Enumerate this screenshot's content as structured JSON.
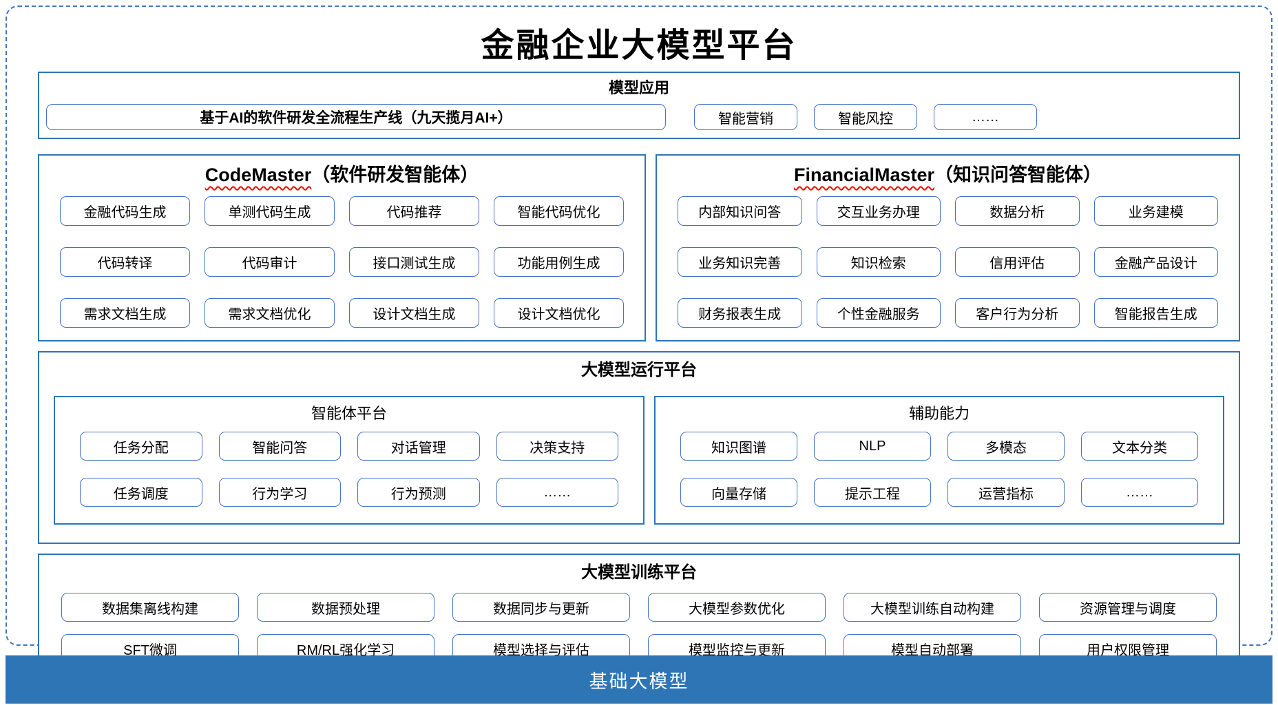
{
  "title": "金融企业大模型平台",
  "colors": {
    "section_border": "#2E75B6",
    "item_border": "#4472C4",
    "dashed_border": "#4472C4",
    "footer_bg": "#2E75B6",
    "spellcheck_underline": "#FF0000"
  },
  "model_application": {
    "header": "模型应用",
    "primary_item": "基于AI的软件研发全流程生产线（九天揽月AI+）",
    "items": [
      "智能营销",
      "智能风控",
      "……"
    ]
  },
  "code_master": {
    "title_en": "CodeMaster",
    "title_zh": "（软件研发智能体）",
    "items": [
      "金融代码生成",
      "单测代码生成",
      "代码推荐",
      "智能代码优化",
      "代码转译",
      "代码审计",
      "接口测试生成",
      "功能用例生成",
      "需求文档生成",
      "需求文档优化",
      "设计文档生成",
      "设计文档优化"
    ]
  },
  "financial_master": {
    "title_en": "FinancialMaster",
    "title_zh": "（知识问答智能体）",
    "items": [
      "内部知识问答",
      "交互业务办理",
      "数据分析",
      "业务建模",
      "业务知识完善",
      "知识检索",
      "信用评估",
      "金融产品设计",
      "财务报表生成",
      "个性金融服务",
      "客户行为分析",
      "智能报告生成"
    ]
  },
  "runtime_platform": {
    "header": "大模型运行平台",
    "agent_platform": {
      "header": "智能体平台",
      "items": [
        "任务分配",
        "智能问答",
        "对话管理",
        "决策支持",
        "任务调度",
        "行为学习",
        "行为预测",
        "……"
      ]
    },
    "auxiliary": {
      "header": "辅助能力",
      "items": [
        "知识图谱",
        "NLP",
        "多模态",
        "文本分类",
        "向量存储",
        "提示工程",
        "运营指标",
        "……"
      ]
    }
  },
  "training_platform": {
    "header": "大模型训练平台",
    "items": [
      "数据集离线构建",
      "数据预处理",
      "数据同步与更新",
      "大模型参数优化",
      "大模型训练自动构建",
      "资源管理与调度",
      "SFT微调",
      "RM/RL强化学习",
      "模型选择与评估",
      "模型监控与更新",
      "模型自动部署",
      "用户权限管理"
    ]
  },
  "footer": {
    "label": "基础大模型"
  }
}
